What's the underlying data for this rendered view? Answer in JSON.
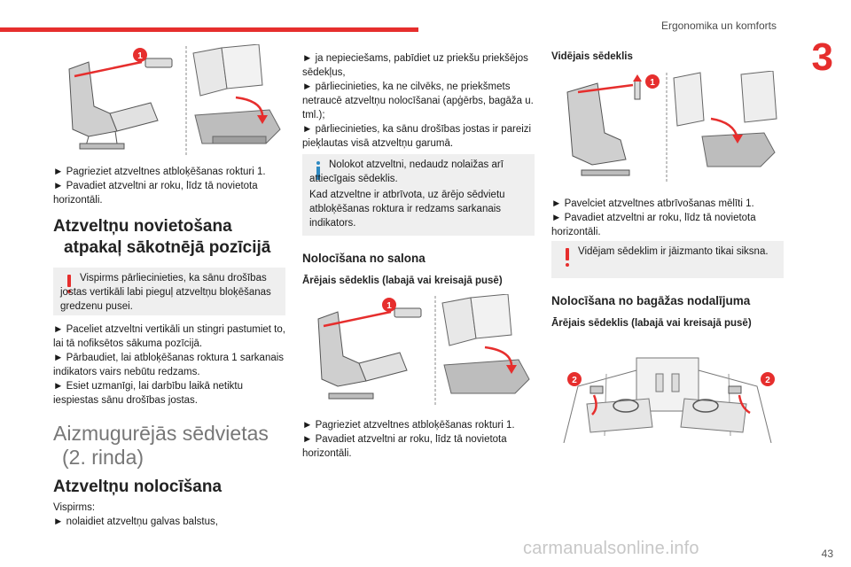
{
  "header": {
    "title": "Ergonomika un komforts",
    "chapter_number": "3"
  },
  "footer": {
    "page_number": "43"
  },
  "watermark": "carmanualsonline.info",
  "col1": {
    "steps1": [
      "► Pagrieziet atzveltnes atbloķēšanas rokturi 1.",
      "► Pavadiet atzveltni ar roku, līdz tā novietota horizontāli."
    ],
    "heading_reset_line1": "Atzveltņu novietošana",
    "heading_reset_line2": "atpakaļ sākotnējā pozīcijā",
    "warning1": "Vispirms pārliecinieties, ka sānu drošības jostas vertikāli labi pieguļ atzveltņu bloķēšanas gredzenu pusei.",
    "steps2": [
      "► Paceliet atzveltni vertikāli un stingri pastumiet to, lai tā nofiksētos sākuma pozīcijā.",
      "► Pārbaudiet, lai atbloķēšanas roktura 1 sarkanais indikators vairs nebūtu redzams.",
      "► Esiet uzmanīgi, lai darbību laikā netiktu iespiestas sānu drošības jostas."
    ],
    "section_title_line1": "Aizmugurējās sēdvietas",
    "section_title_line2": "(2. rinda)",
    "heading_folding": "Atzveltņu nolocīšana",
    "first_label": "Vispirms:",
    "first_step": "► nolaidiet atzveltņu galvas balstus,"
  },
  "col2": {
    "steps_top": [
      "► ja nepieciešams, pabīdiet uz priekšu priekšējos sēdekļus,",
      "► pārliecinieties, ka ne cilvēks, ne priekšmets netraucē atzveltņu nolocīšanai (apģērbs, bagāža u. tml.);",
      "► pārliecinieties, ka sānu drošības jostas ir pareizi pieķlautas visā atzveltņu garumā."
    ],
    "info_line1": "Nolokot atzveltni, nedaudz nolaižas arī attiecīgais sēdeklis.",
    "info_line2": "Kad atzveltne ir atbrīvota, uz ārējo sēdvietu atbloķēšanas roktura ir redzams sarkanais indikators.",
    "heading_cabin": "Nolocīšana no salona",
    "subheading_outer": "Ārējais sēdeklis (labajā vai kreisajā pusē)",
    "steps_bottom": [
      "► Pagrieziet atzveltnes atbloķēšanas rokturi 1.",
      "► Pavadiet atzveltni ar roku, līdz tā novietota horizontāli."
    ]
  },
  "col3": {
    "heading_middle": "Vidējais sēdeklis",
    "steps": [
      "► Pavelciet atzveltnes atbrīvošanas mēlīti 1.",
      "► Pavadiet atzveltni ar roku, līdz tā novietota horizontāli."
    ],
    "warning": "Vidējam sēdeklim ir jāizmanto tikai siksna.",
    "heading_boot": "Nolocīšana no bagāžas nodalījuma",
    "subheading_outer": "Ārējais sēdeklis (labajā vai kreisajā pusē)"
  },
  "badges": {
    "one": "1",
    "two": "2"
  },
  "colors": {
    "accent": "#e62e2d",
    "info": "#2f8ac2",
    "box_bg": "#efefef"
  },
  "icons": [
    "warning-icon",
    "info-icon"
  ]
}
